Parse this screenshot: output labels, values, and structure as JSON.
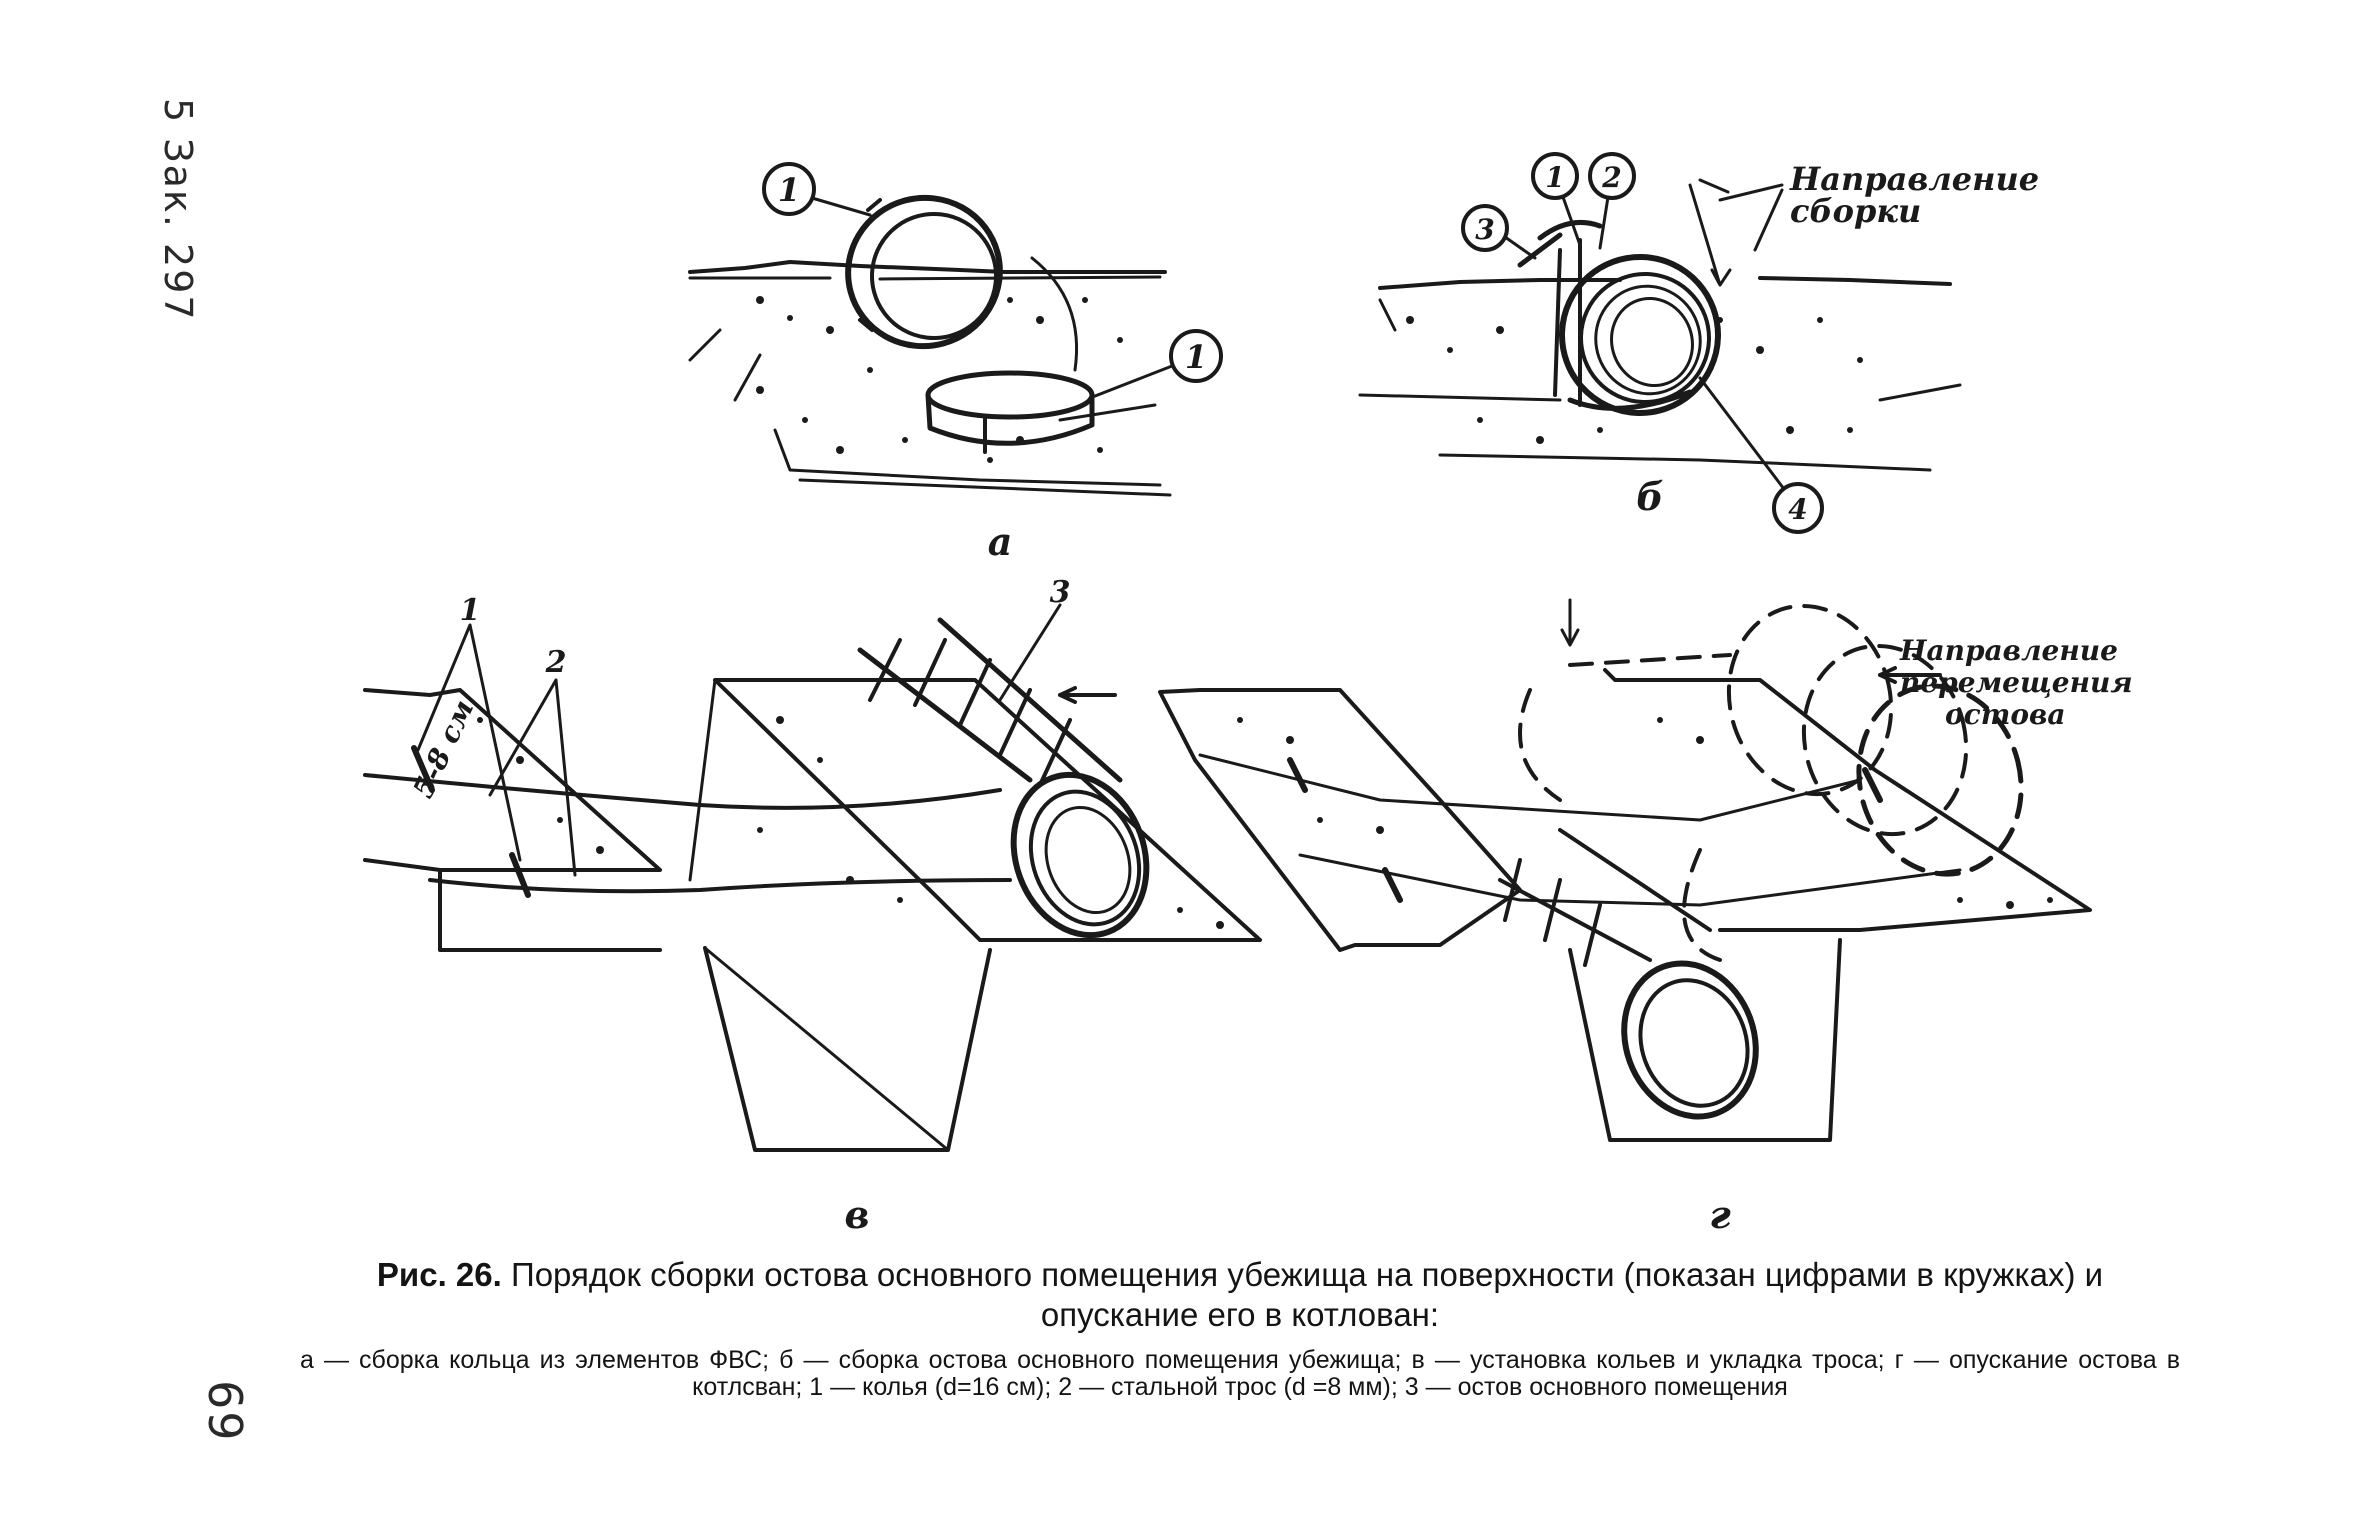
{
  "margin": {
    "top_text": "5 Зак. 297",
    "page_number": "69"
  },
  "panels": {
    "a": {
      "label": "а",
      "callouts": [
        "1",
        "1"
      ]
    },
    "b": {
      "label": "б",
      "callouts": [
        "1",
        "2",
        "3",
        "4"
      ],
      "direction_text_line1": "Направление",
      "direction_text_line2": "сборки"
    },
    "v": {
      "label": "в",
      "callouts": [
        "1",
        "2",
        "3"
      ],
      "dimension": "5-8 см"
    },
    "g": {
      "label": "г",
      "direction_text_line1": "Направление",
      "direction_text_line2": "перемещения",
      "direction_text_line3": "остова"
    }
  },
  "caption": {
    "fig_label": "Рис. 26.",
    "title": "Порядок сборки остова основного помещения убежища на поверхности (показан цифрами в кружках) и опускание его в котлован:",
    "legend": "а — сборка кольца из элементов ФВС; б — сборка остова основного помещения убежища; в — установка кольев и укладка троса; г — опускание остова в котлсван; 1 — колья (d=16 см); 2 — стальной трос (d =8 мм); 3 — остов основного помещения"
  }
}
